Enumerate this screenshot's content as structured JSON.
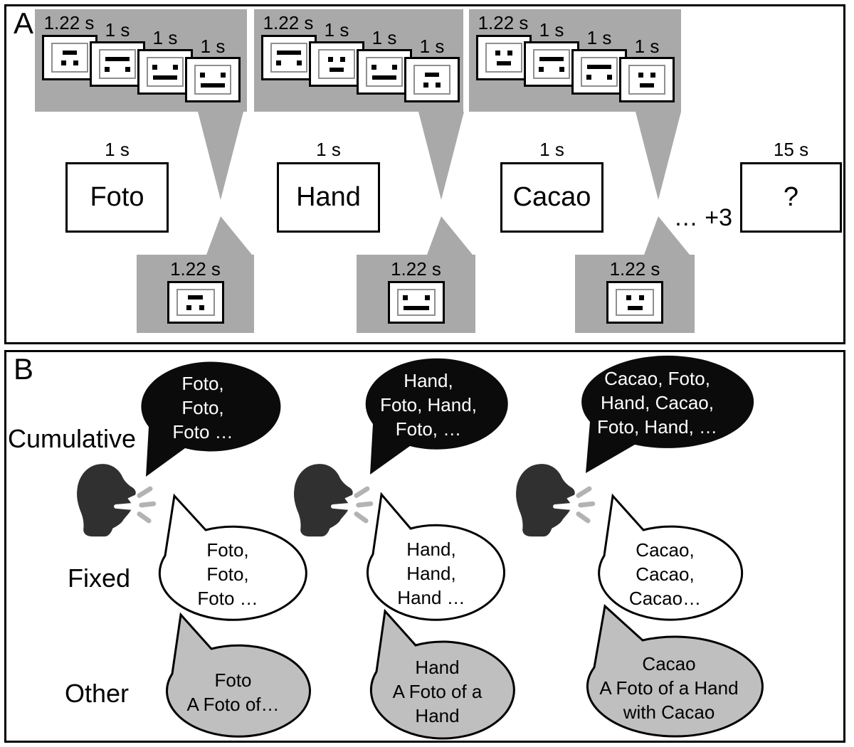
{
  "colors": {
    "sequence_bg": "#a9a9a9",
    "bubble_other_fill": "#bfbfbf",
    "bubble_cumulative_fill": "#0b0b0b",
    "head": "#303030",
    "speech_lines": "#b3b3b3"
  },
  "panel_a": {
    "label": "A",
    "sequences": [
      {
        "word": "Foto",
        "word_duration": "1 s",
        "feedback_duration": "1.22 s",
        "stimuli": [
          {
            "duration": "1.22 s",
            "face": {
              "eyes": "bottom",
              "mouth": "short",
              "spread": "narrow"
            }
          },
          {
            "duration": "1 s",
            "face": {
              "eyes": "bottom",
              "mouth": "long",
              "spread": "wide"
            }
          },
          {
            "duration": "1 s",
            "face": {
              "eyes": "top",
              "mouth": "long",
              "spread": "wide"
            }
          },
          {
            "duration": "1 s",
            "face": {
              "eyes": "top",
              "mouth": "long",
              "spread": "wide"
            }
          }
        ],
        "feedback_face": {
          "eyes": "bottom",
          "mouth": "short",
          "spread": "narrow"
        }
      },
      {
        "word": "Hand",
        "word_duration": "1 s",
        "feedback_duration": "1.22 s",
        "stimuli": [
          {
            "duration": "1.22 s",
            "face": {
              "eyes": "bottom",
              "mouth": "long",
              "spread": "wide"
            }
          },
          {
            "duration": "1 s",
            "face": {
              "eyes": "top",
              "mouth": "short",
              "spread": "narrow"
            }
          },
          {
            "duration": "1 s",
            "face": {
              "eyes": "top",
              "mouth": "long",
              "spread": "wide"
            }
          },
          {
            "duration": "1 s",
            "face": {
              "eyes": "bottom",
              "mouth": "short",
              "spread": "narrow"
            }
          }
        ],
        "feedback_face": {
          "eyes": "top",
          "mouth": "long",
          "spread": "wide"
        }
      },
      {
        "word": "Cacao",
        "word_duration": "1 s",
        "feedback_duration": "1.22 s",
        "stimuli": [
          {
            "duration": "1.22 s",
            "face": {
              "eyes": "top",
              "mouth": "short",
              "spread": "narrow"
            }
          },
          {
            "duration": "1 s",
            "face": {
              "eyes": "bottom",
              "mouth": "long",
              "spread": "wide"
            }
          },
          {
            "duration": "1 s",
            "face": {
              "eyes": "bottom",
              "mouth": "long",
              "spread": "wide"
            }
          },
          {
            "duration": "1 s",
            "face": {
              "eyes": "top",
              "mouth": "short",
              "spread": "narrow"
            }
          }
        ],
        "feedback_face": {
          "eyes": "top",
          "mouth": "short",
          "spread": "narrow"
        }
      }
    ],
    "continuation": "… +3",
    "final_duration": "15 s",
    "final_word": "?"
  },
  "panel_b": {
    "label": "B",
    "row_labels": [
      "Cumulative",
      "Fixed",
      "Other"
    ],
    "cumulative": [
      {
        "lines": [
          "Foto,",
          "Foto,",
          "Foto …"
        ]
      },
      {
        "lines": [
          "Hand,",
          "Foto, Hand,",
          "Foto, …"
        ]
      },
      {
        "lines": [
          "Cacao, Foto,",
          "Hand, Cacao,",
          "Foto, Hand, …"
        ]
      }
    ],
    "fixed": [
      {
        "lines": [
          "Foto,",
          "Foto,",
          "Foto …"
        ]
      },
      {
        "lines": [
          "Hand,",
          "Hand,",
          "Hand …"
        ]
      },
      {
        "lines": [
          "Cacao,",
          "Cacao,",
          "Cacao…"
        ]
      }
    ],
    "other": [
      {
        "lines": [
          "Foto",
          "A Foto of…",
          ""
        ]
      },
      {
        "lines": [
          "Hand",
          "A Foto of a",
          "Hand"
        ]
      },
      {
        "lines": [
          "Cacao",
          "A Foto of a Hand",
          "with Cacao"
        ]
      }
    ]
  }
}
